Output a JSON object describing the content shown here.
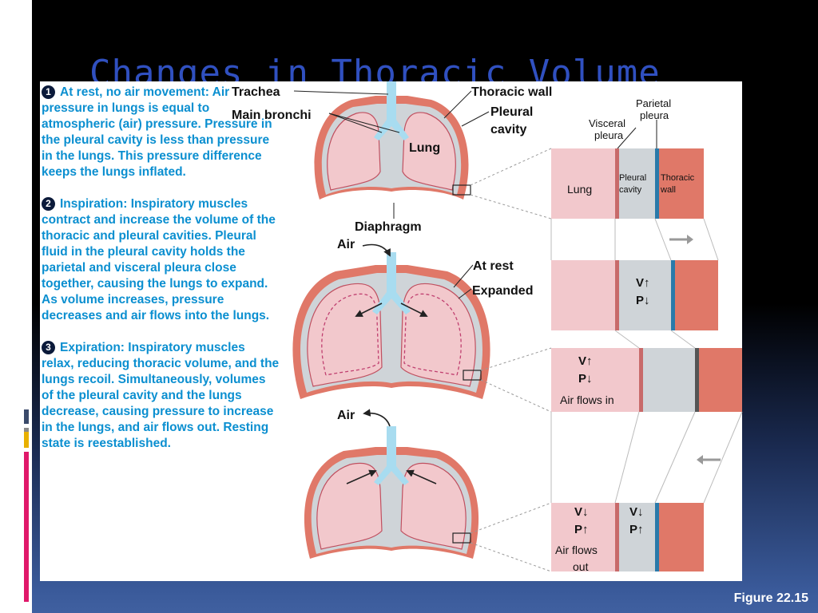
{
  "slide": {
    "title": "Changes in Thoracic Volume",
    "caption": "Figure 22.15"
  },
  "steps": [
    {
      "number": "1",
      "heading": "At rest, no air movement:",
      "text": "Air pressure in lungs is equal to atmospheric (air) pressure. Pressure in the pleural cavity is less than pressure in the lungs. This pressure difference keeps the lungs inflated."
    },
    {
      "number": "2",
      "heading": "Inspiration:",
      "text": "Inspiratory muscles contract and increase the volume of the thoracic and pleural cavities. Pleural fluid in the pleural cavity holds the parietal and visceral pleura close together, causing the lungs to expand. As volume increases, pressure decreases and air flows into the lungs."
    },
    {
      "number": "3",
      "heading": "Expiration:",
      "text": "Inspiratory muscles relax, reducing thoracic volume, and the lungs recoil. Simultaneously, volumes of the pleural cavity and the lungs decrease, causing pressure to increase in the lungs, and air flows out. Resting state is reestablished."
    }
  ],
  "labels": {
    "trachea": "Trachea",
    "main_bronchi": "Main bronchi",
    "lung": "Lung",
    "diaphragm": "Diaphragm",
    "thoracic_wall": "Thoracic wall",
    "pleural_cavity_1": "Pleural",
    "pleural_cavity_2": "cavity",
    "parietal_1": "Parietal",
    "parietal_2": "pleura",
    "visceral_1": "Visceral",
    "visceral_2": "pleura",
    "air": "Air",
    "at_rest": "At rest",
    "expanded": "Expanded",
    "strip_lung": "Lung",
    "strip_pleural_1": "Pleural",
    "strip_pleural_2": "cavity",
    "strip_thoracic_1": "Thoracic",
    "strip_thoracic_2": "wall",
    "v_up": "V↑",
    "p_down": "P↓",
    "v_down": "V↓",
    "p_up": "P↑",
    "air_flows_in": "Air flows in",
    "air_flows_out_1": "Air flows",
    "air_flows_out_2": "out"
  },
  "colors": {
    "sidebar_bars": [
      "#3a4a6a",
      "#e8b000",
      "#e0186a"
    ],
    "lung_fill": "#f2c8cc",
    "thoracic_wall": "#e07868",
    "pleural_cavity": "#cfd4d8",
    "pleura_blue": "#2a7aaa",
    "trachea_blue": "#a8dcf0",
    "text_blue": "#0b8fd0"
  }
}
